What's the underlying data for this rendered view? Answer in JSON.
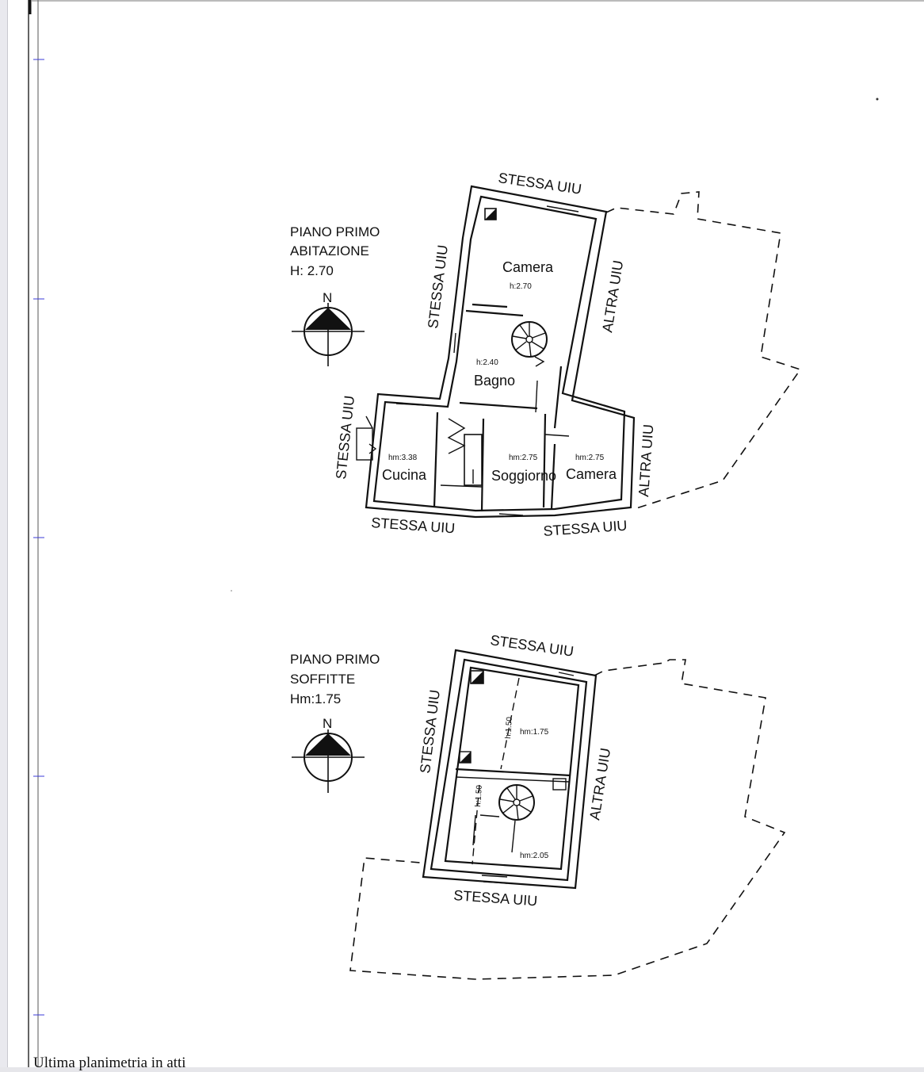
{
  "plan1": {
    "title_lines": [
      "PIANO PRIMO",
      "ABITAZIONE",
      "H: 2.70"
    ],
    "north": "N",
    "labels": {
      "top": "STESSA UIU",
      "left_upper": "STESSA UIU",
      "left_lower": "STESSA UIU",
      "right_upper": "ALTRA UIU",
      "right_lower": "ALTRA UIU",
      "bottom_left": "STESSA UIU",
      "bottom_right": "STESSA UIU"
    },
    "rooms": {
      "camera1_name": "Camera",
      "camera1_h": "h:2.70",
      "bagno_name": "Bagno",
      "bagno_h": "h:2.40",
      "cucina_name": "Cucina",
      "cucina_h": "hm:3.38",
      "soggiorno_name": "Soggiorno",
      "soggiorno_h": "hm:2.75",
      "camera2_name": "Camera",
      "camera2_h": "hm:2.75"
    }
  },
  "plan2": {
    "title_lines": [
      "PIANO PRIMO",
      "SOFFITTE",
      "Hm:1.75"
    ],
    "north": "N",
    "labels": {
      "top": "STESSA UIU",
      "left": "STESSA UIU",
      "right": "ALTRA UIU",
      "bottom": "STESSA UIU"
    },
    "rooms": {
      "upper_hm": "hm:1.75",
      "upper_h": "h:1.50",
      "lower_h": "h:1.50",
      "lower_hm": "hm:2.05"
    }
  },
  "footer_text": "Ultima planimetria in atti"
}
